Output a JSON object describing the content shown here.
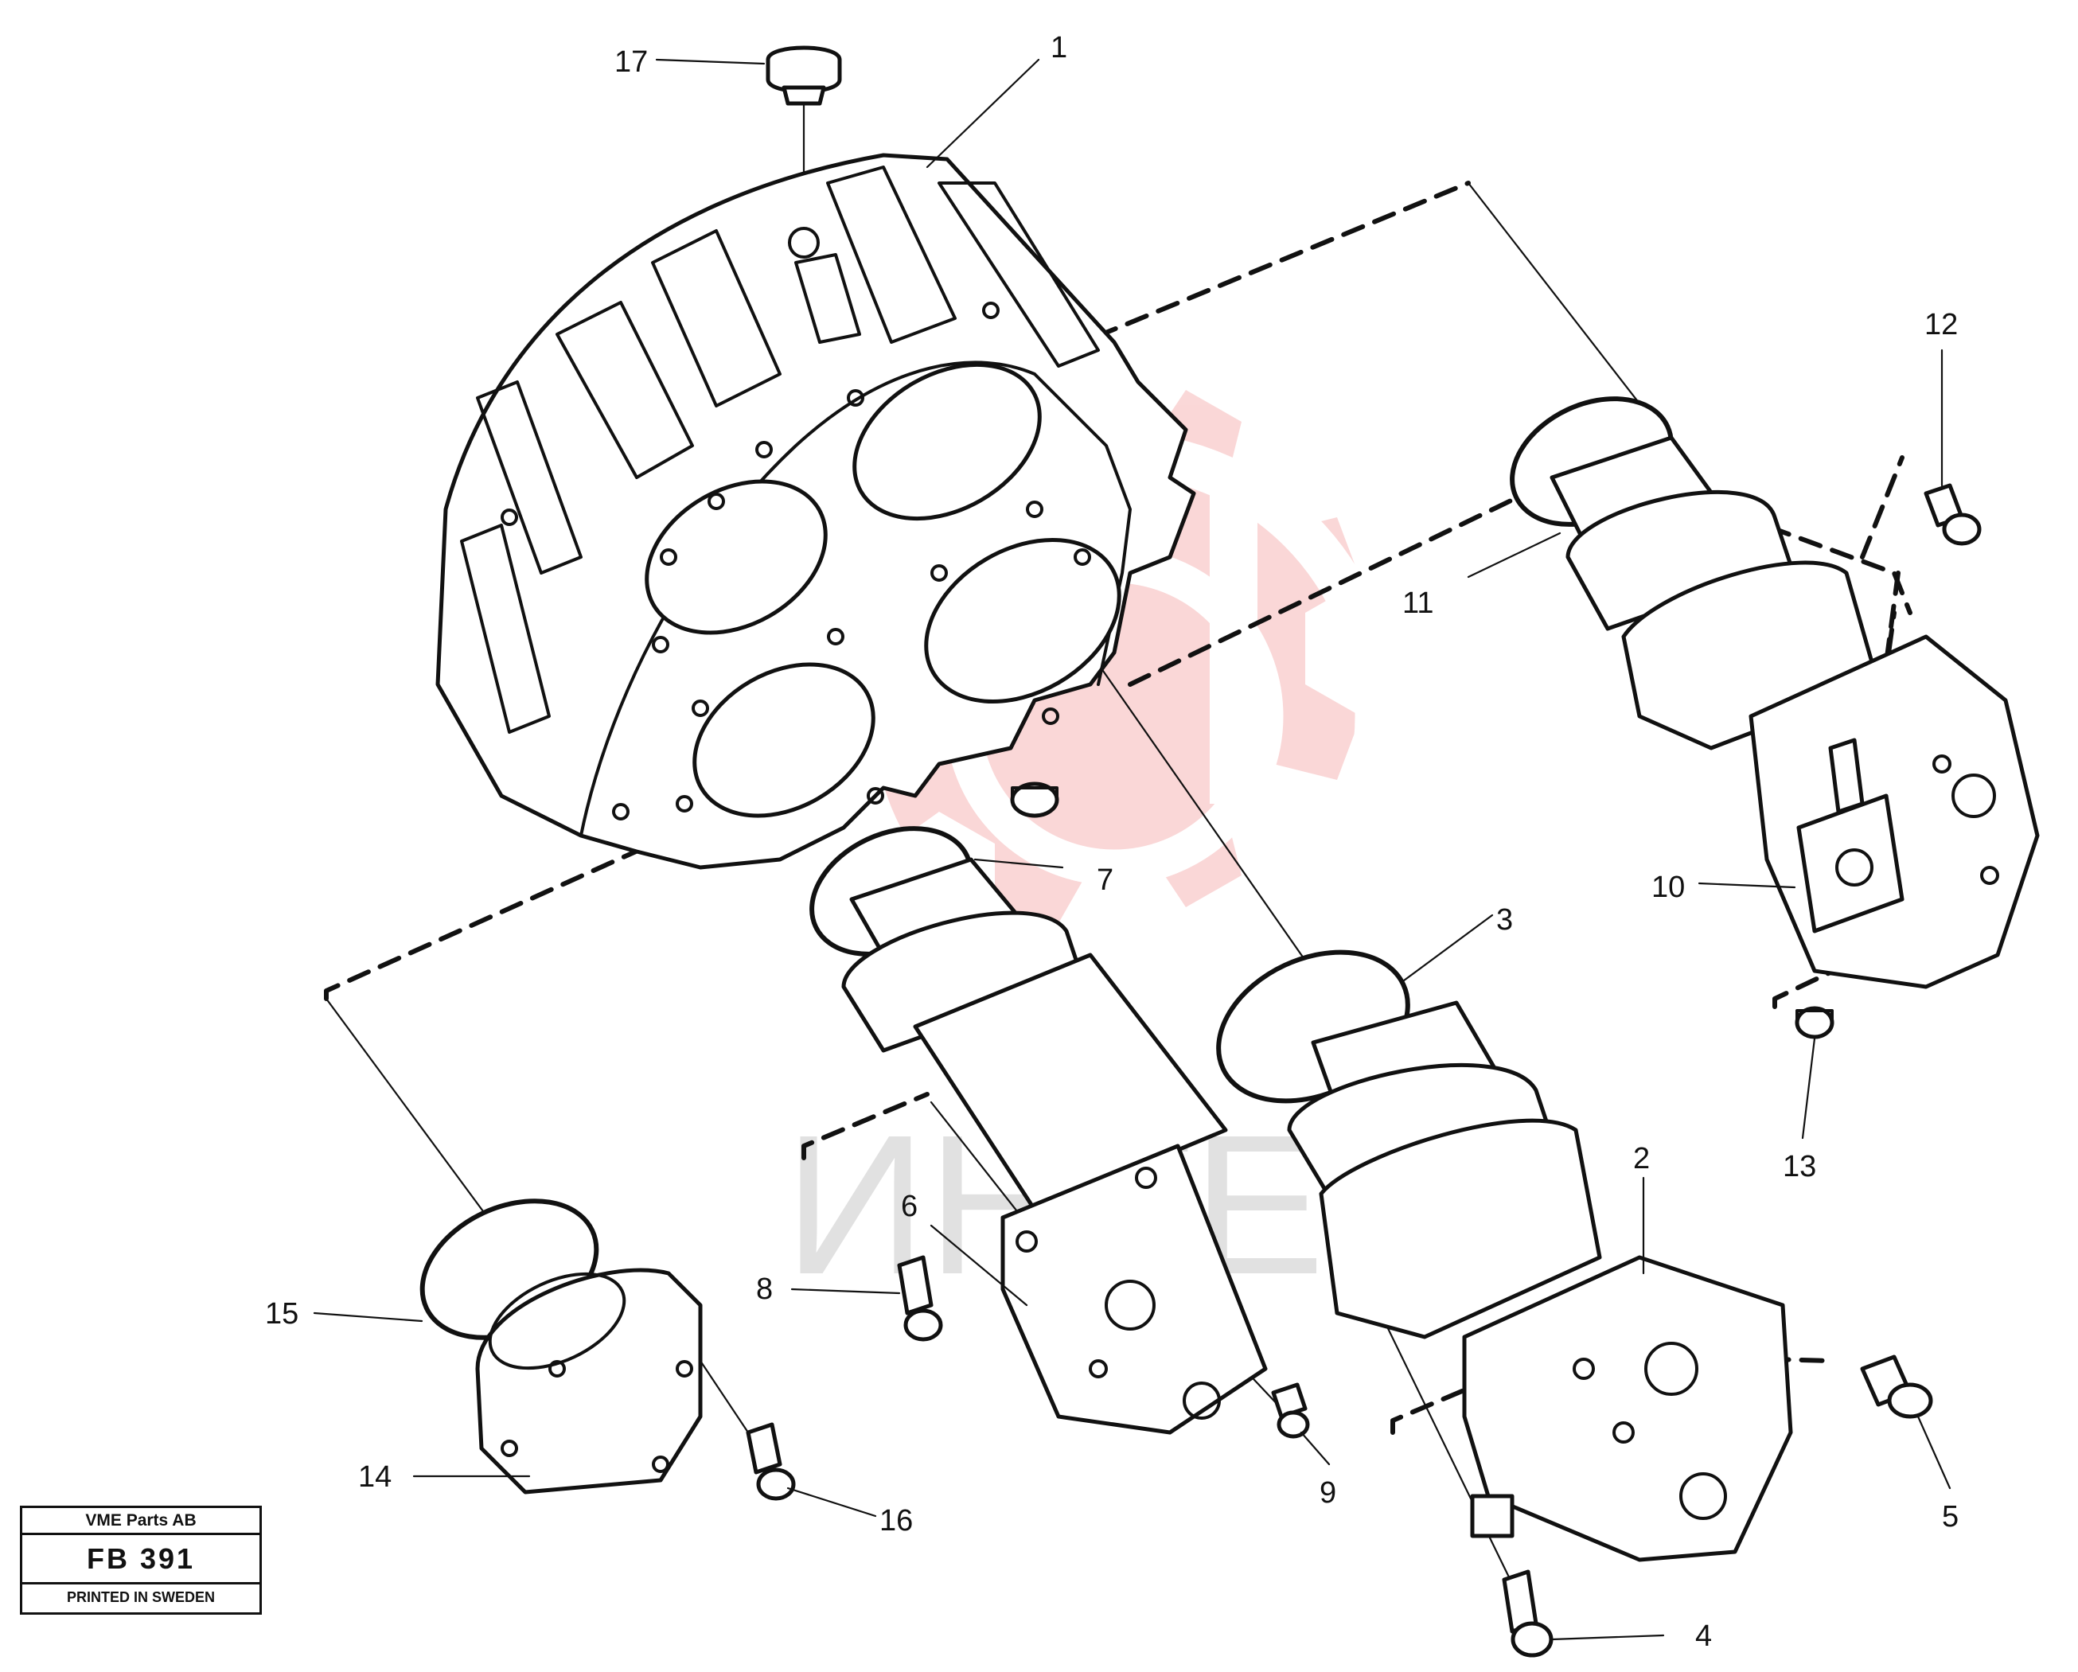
{
  "callouts": [
    {
      "id": "1",
      "label": "1"
    },
    {
      "id": "2",
      "label": "2"
    },
    {
      "id": "3",
      "label": "3"
    },
    {
      "id": "4",
      "label": "4"
    },
    {
      "id": "5",
      "label": "5"
    },
    {
      "id": "6",
      "label": "6"
    },
    {
      "id": "7",
      "label": "7"
    },
    {
      "id": "8",
      "label": "8"
    },
    {
      "id": "9",
      "label": "9"
    },
    {
      "id": "10",
      "label": "10"
    },
    {
      "id": "11",
      "label": "11"
    },
    {
      "id": "12",
      "label": "12"
    },
    {
      "id": "13",
      "label": "13"
    },
    {
      "id": "14",
      "label": "14"
    },
    {
      "id": "15",
      "label": "15"
    },
    {
      "id": "16",
      "label": "16"
    },
    {
      "id": "17",
      "label": "17"
    }
  ],
  "title_block": {
    "company": "VME Parts AB",
    "code": "FB 391",
    "printed": "PRINTED IN SWEDEN"
  },
  "watermark": {
    "text": "ИНТЕХ",
    "logo_color": "#f4a8a8",
    "text_color": "#c9c9c9"
  }
}
